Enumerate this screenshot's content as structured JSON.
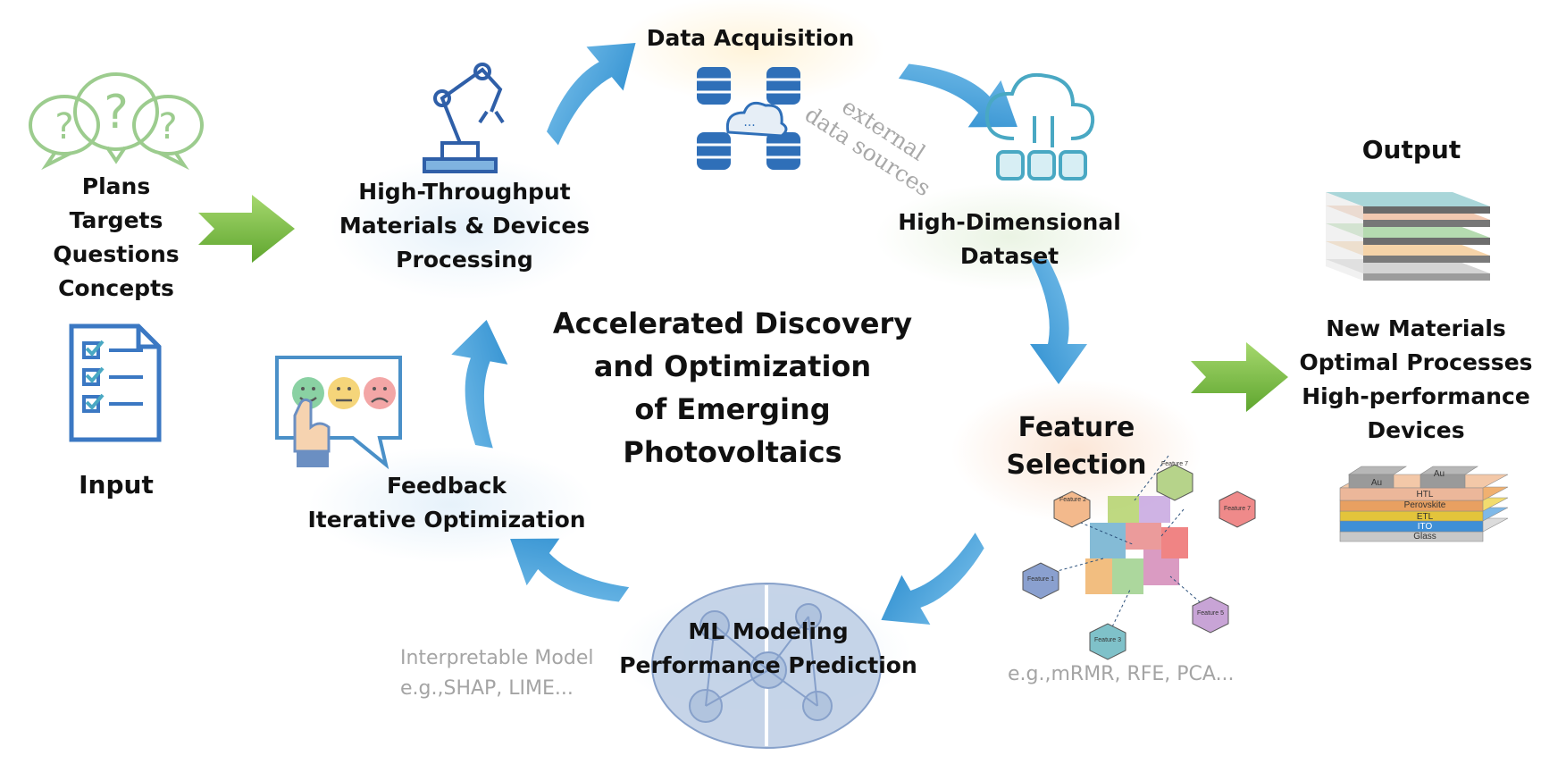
{
  "center_title": [
    "Accelerated Discovery",
    "and Optimization",
    "of Emerging Photovoltaics"
  ],
  "input": {
    "items": [
      "Plans",
      "Targets",
      "Questions",
      "Concepts"
    ],
    "heading": "Input"
  },
  "output": {
    "heading": "Output",
    "items": [
      "New Materials",
      "Optimal Processes",
      "High-performance",
      "Devices"
    ],
    "stack_layers": [
      "Au",
      "Au",
      "HTL",
      "Perovskite",
      "ETL",
      "ITO",
      "Glass"
    ]
  },
  "nodes": {
    "data_acquisition": "Data Acquisition",
    "external": [
      "external",
      "data sources"
    ],
    "high_dim": [
      "High-Dimensional",
      "Dataset"
    ],
    "feature_selection": [
      "Feature",
      "Selection"
    ],
    "feature_methods": "e.g.,mRMR, RFE, PCA...",
    "features": [
      "Feature 1",
      "Feature 2",
      "Feature 3",
      "Feature 5",
      "Feature 7",
      "Feature 7"
    ],
    "ml_modeling": [
      "ML Modeling",
      "Performance Prediction"
    ],
    "interpretable": [
      "Interpretable Model",
      "e.g.,SHAP, LIME..."
    ],
    "feedback": [
      "Feedback",
      "Iterative Optimization"
    ],
    "high_throughput": [
      "High-Throughput",
      "Materials & Devices",
      "Processing"
    ]
  },
  "colors": {
    "cycle_arrow": "#4aa6de",
    "green_arrow": "#7cc142",
    "icon_blue": "#2f6fb8",
    "icon_teal": "#49a8c3",
    "question_green": "#9ccc8e"
  }
}
